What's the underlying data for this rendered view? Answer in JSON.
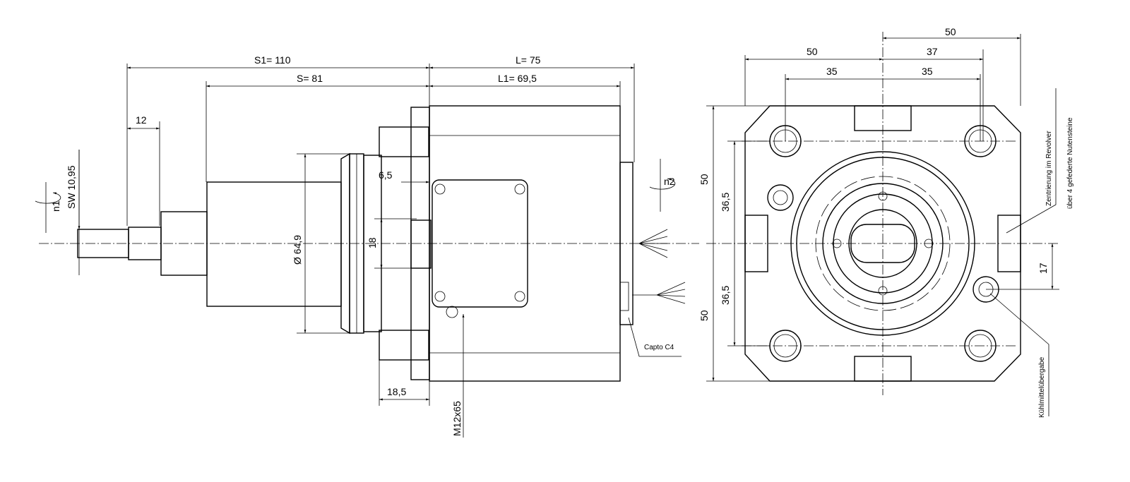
{
  "title": "Angetriebenes Werkzeug Capto C4 - Maßzeichnung",
  "side_view": {
    "dims": {
      "S1": "S1=  110",
      "S": "S=  81",
      "L": "L=  75",
      "L1": "L1=  69,5",
      "d12": "12",
      "SW": "SW 10,95",
      "n1": "n1",
      "n2": "n2",
      "d65": "6,5",
      "d18": "18",
      "dia": "Ø 64,9",
      "d185": "18,5",
      "thread": "M12x65",
      "capto": "Capto C4"
    }
  },
  "front_view": {
    "dims": {
      "top50": "50",
      "left50": "50",
      "d37": "37",
      "d35a": "35",
      "d35b": "35",
      "v50a": "50",
      "v50b": "50",
      "v365a": "36,5",
      "v365b": "36,5",
      "d17": "17"
    },
    "notes": {
      "zentrierung": "Zentrierung im Revolver",
      "nutensteine": "über 4 gefederte Nutensteine",
      "kuehlmittel": "Kühlmittelübergabe"
    }
  }
}
